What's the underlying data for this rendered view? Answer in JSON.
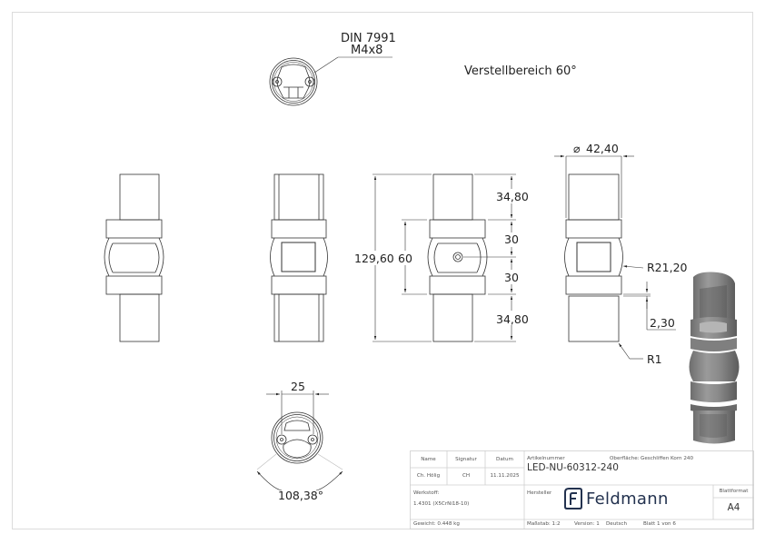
{
  "drawing": {
    "notes": {
      "screw_spec_line1": "DIN 7991",
      "screw_spec_line2": "M4x8",
      "adjustment_range": "Verstellbereich 60°"
    },
    "dimensions": {
      "overall_length": "129,60",
      "middle_span": "60",
      "top_tube_length": "34,80",
      "upper_joint": "30",
      "lower_joint": "30",
      "bottom_tube_length": "34,80",
      "diameter": "42,40",
      "diameter_symbol": "⌀",
      "ball_radius": "R21,20",
      "step_height": "2,30",
      "edge_radius": "R1",
      "hole_spacing": "25",
      "angle": "108,38°"
    },
    "views": [
      "front-view",
      "side-view",
      "dimensioned-view",
      "right-view",
      "top-view",
      "bottom-view",
      "isometric-view"
    ]
  },
  "title_block": {
    "headers": {
      "name": "Name",
      "signature": "Signatur",
      "date": "Datum",
      "article_number_label": "Artikelnummer",
      "surface_label": "Oberfläche:",
      "material_label": "Werkstoff:",
      "manufacturer_label": "Hersteller",
      "sheet_format_label": "Blattformat"
    },
    "values": {
      "name": "Ch. Hölig",
      "signature": "CH",
      "date": "11.11.2025",
      "article_number": "LED-NU-60312-240",
      "surface": "Geschliffen Korn 240",
      "material": "1.4301 (X5CrNi18-10)",
      "weight": "Gewicht: 0.448 kg",
      "scale": "Maßstab: 1:2",
      "version": "Version: 1",
      "language": "Deutsch",
      "sheet": "Blatt 1 von 6",
      "sheet_format": "A4"
    },
    "logo": {
      "text": "Feldmann",
      "color": "#23324f"
    }
  }
}
